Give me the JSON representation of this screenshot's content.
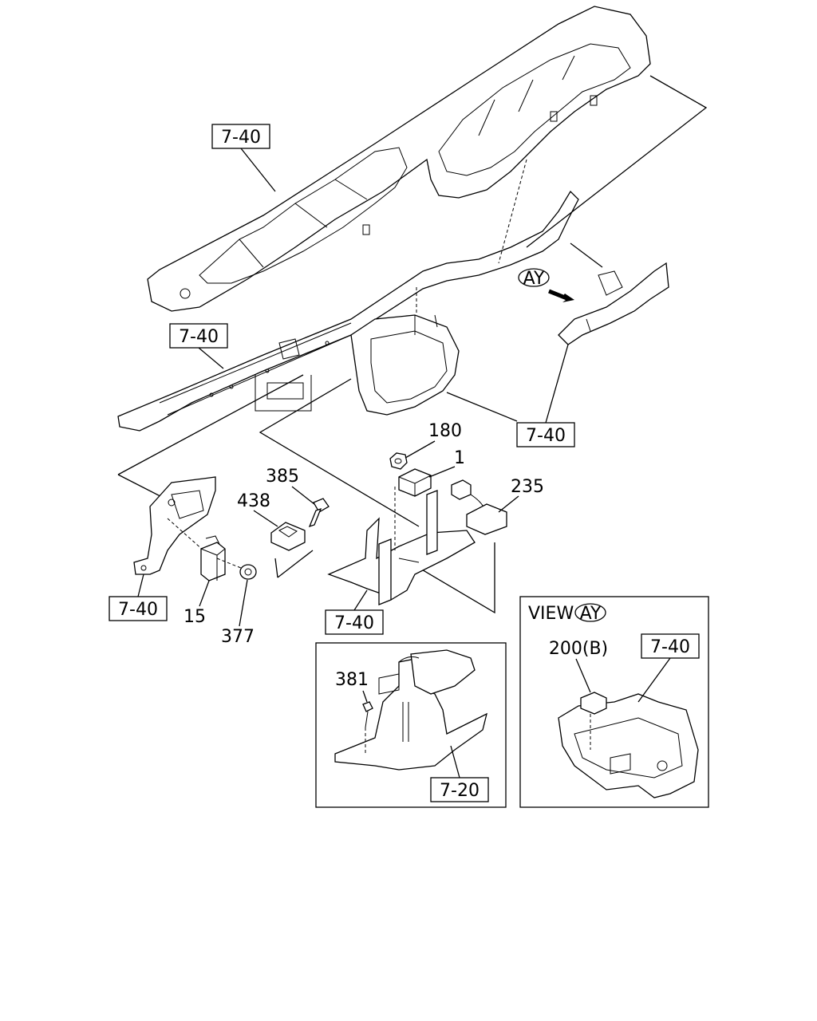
{
  "callouts": {
    "ref_dash_top": "7-40",
    "ref_crossmember": "7-40",
    "ref_right_bracket": "7-40",
    "ref_left_bracket": "7-40",
    "ref_center_bracket": "7-40",
    "ref_shift_inset": "7-20",
    "ref_view_inset": "7-40",
    "view_marker": "AY",
    "part_180": "180",
    "part_1": "1",
    "part_235": "235",
    "part_385": "385",
    "part_438": "438",
    "part_15": "15",
    "part_377": "377",
    "part_381": "381",
    "part_200b": "200(B)"
  },
  "view_inset": {
    "title": "VIEW",
    "marker": "AY"
  }
}
